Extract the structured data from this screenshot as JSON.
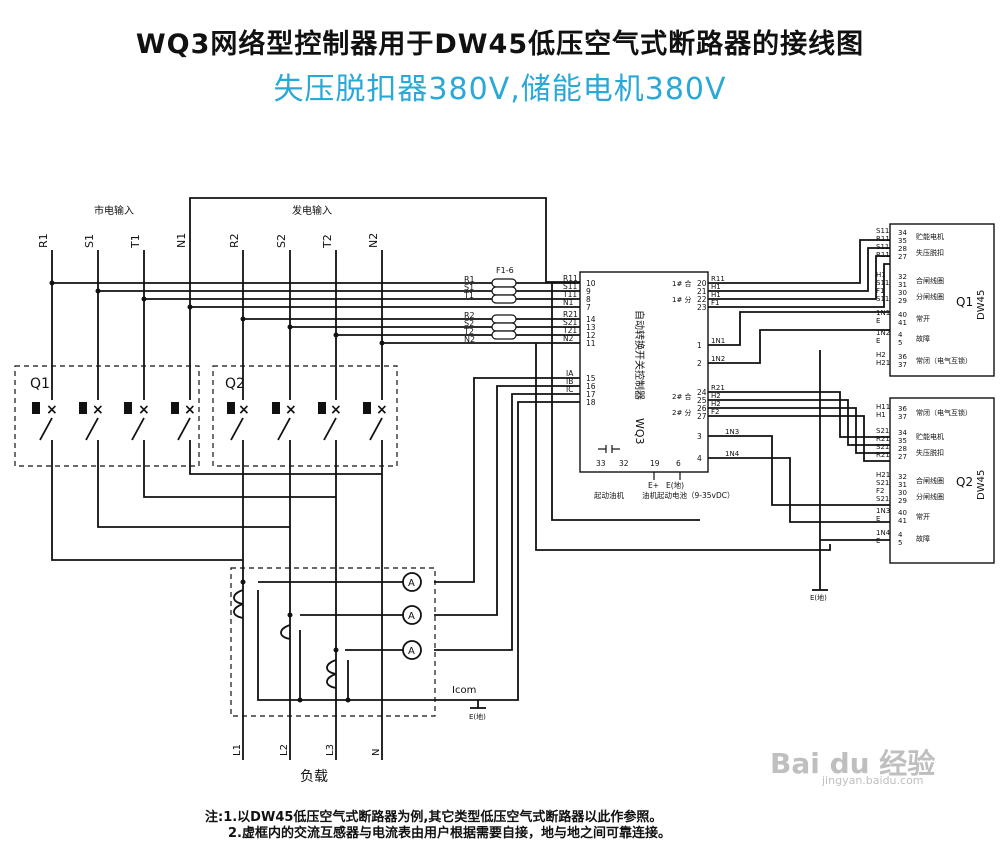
{
  "title": "WQ3网络型控制器用于DW45低压空气式断路器的接线图",
  "subtitle": "失压脱扣器380V,储能电机380V",
  "groups": {
    "mains": "市电输入",
    "gen": "发电输入"
  },
  "phase_labels": [
    "R1",
    "S1",
    "T1",
    "N1",
    "R2",
    "S2",
    "T2",
    "N2"
  ],
  "switches": {
    "q1": "Q1",
    "q2": "Q2"
  },
  "fuse": "F1-6",
  "controller": {
    "name": "WQ3",
    "vertical_title": "自动转换开关控制器",
    "left_labels": [
      "R11",
      "S11",
      "T11",
      "N1",
      "R21",
      "S21",
      "T21",
      "N2",
      "IA",
      "IB",
      "IC"
    ],
    "left_terminals": [
      "10",
      "9",
      "8",
      "7",
      "14",
      "13",
      "12",
      "11",
      "15",
      "16",
      "17",
      "18"
    ],
    "right_terminals": [
      "20",
      "21",
      "22",
      "23",
      "1",
      "2",
      "24",
      "25",
      "26",
      "27",
      "3",
      "4"
    ],
    "bottom_terminals": [
      "33",
      "32",
      "19",
      "6"
    ],
    "right_labels": [
      "1# 合",
      "1# 分",
      "2# 合",
      "2# 分",
      "1N1",
      "1N2",
      "1N3",
      "1N4",
      "R11",
      "H1",
      "H1",
      "F1",
      "R21",
      "H2",
      "H2",
      "F2"
    ],
    "bottom_labels": [
      "起动油机",
      "油机起动电池（9-35vDC）",
      "E+",
      "E(地)"
    ]
  },
  "breaker_q1": {
    "name": "Q1",
    "model": "DW45",
    "left_labels": [
      "S11",
      "R11",
      "S11",
      "R11",
      "H1",
      "S11",
      "F1",
      "S11",
      "1N1",
      "E",
      "1N2",
      "E",
      "H2",
      "H21"
    ],
    "terminals": [
      "34",
      "35",
      "28",
      "27",
      "32",
      "31",
      "30",
      "29",
      "40",
      "41",
      "4",
      "5",
      "36",
      "37"
    ],
    "functions": [
      "贮能电机",
      "失压脱扣",
      "合闸线圈",
      "分闸线圈",
      "常开",
      "故障",
      "常闭（电气互锁）"
    ]
  },
  "breaker_q2": {
    "name": "Q2",
    "model": "DW45",
    "left_labels": [
      "H11",
      "H1",
      "S21",
      "R21",
      "S21",
      "R21",
      "H21",
      "S21",
      "F2",
      "S21",
      "1N3",
      "E",
      "1N4",
      "E"
    ],
    "terminals": [
      "36",
      "37",
      "34",
      "35",
      "28",
      "27",
      "32",
      "31",
      "30",
      "29",
      "40",
      "41",
      "4",
      "5"
    ],
    "functions": [
      "常闭（电气互锁）",
      "贮能电机",
      "失压脱扣",
      "合闸线圈",
      "分闸线圈",
      "常开",
      "故障"
    ]
  },
  "meters": [
    "A",
    "A",
    "A"
  ],
  "icom": "Icom",
  "ground": "E(地)",
  "outputs": [
    "L1",
    "L2",
    "L3",
    "N"
  ],
  "load": "负载",
  "notes": [
    "注:1.以DW45低压空气式断路器为例,其它类型低压空气式断路器以此作参照。",
    "2.虚框内的交流互感器与电流表由用户根据需要自接，地与地之间可靠连接。"
  ],
  "watermark": {
    "logo": "Bai du 经验",
    "url": "jingyan.baidu.com"
  }
}
